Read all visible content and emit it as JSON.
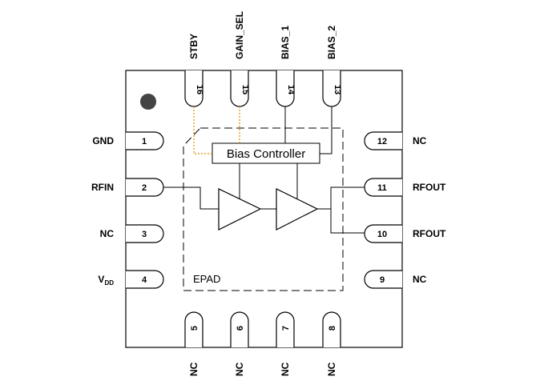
{
  "pins": {
    "left": [
      {
        "num": "1",
        "label": "GND"
      },
      {
        "num": "2",
        "label": "RFIN"
      },
      {
        "num": "3",
        "label": "NC"
      },
      {
        "num": "4",
        "label_main": "V",
        "label_sub": "DD"
      }
    ],
    "bottom": [
      {
        "num": "5",
        "label": "NC"
      },
      {
        "num": "6",
        "label": "NC"
      },
      {
        "num": "7",
        "label": "NC"
      },
      {
        "num": "8",
        "label": "NC"
      }
    ],
    "right": [
      {
        "num": "9",
        "label": "NC"
      },
      {
        "num": "10",
        "label": "RFOUT"
      },
      {
        "num": "11",
        "label": "RFOUT"
      },
      {
        "num": "12",
        "label": "NC"
      }
    ],
    "top": [
      {
        "num": "13",
        "label": "BIAS_2"
      },
      {
        "num": "14",
        "label": "BIAS_1"
      },
      {
        "num": "15",
        "label": "GAIN_SEL"
      },
      {
        "num": "16",
        "label": "STBY"
      }
    ]
  },
  "blocks": {
    "bias_controller": "Bias Controller",
    "epad": "EPAD"
  },
  "colors": {
    "line": "#000000",
    "control_trace": "#e38b00",
    "pin1_dot": "#444444"
  }
}
